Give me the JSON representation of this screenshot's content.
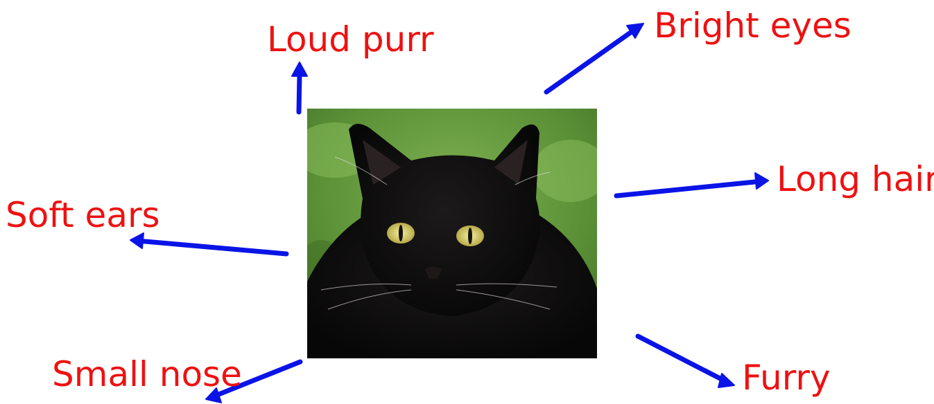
{
  "labels": {
    "loud_purr": "Loud purr",
    "bright_eyes": "Bright eyes",
    "long_hair": "Long hair",
    "soft_ears": "Soft ears",
    "small_nose": "Small nose",
    "furry": "Furry"
  },
  "colors": {
    "label": "#ee1111",
    "arrow": "#0a14e6",
    "background": "#ffffff"
  }
}
